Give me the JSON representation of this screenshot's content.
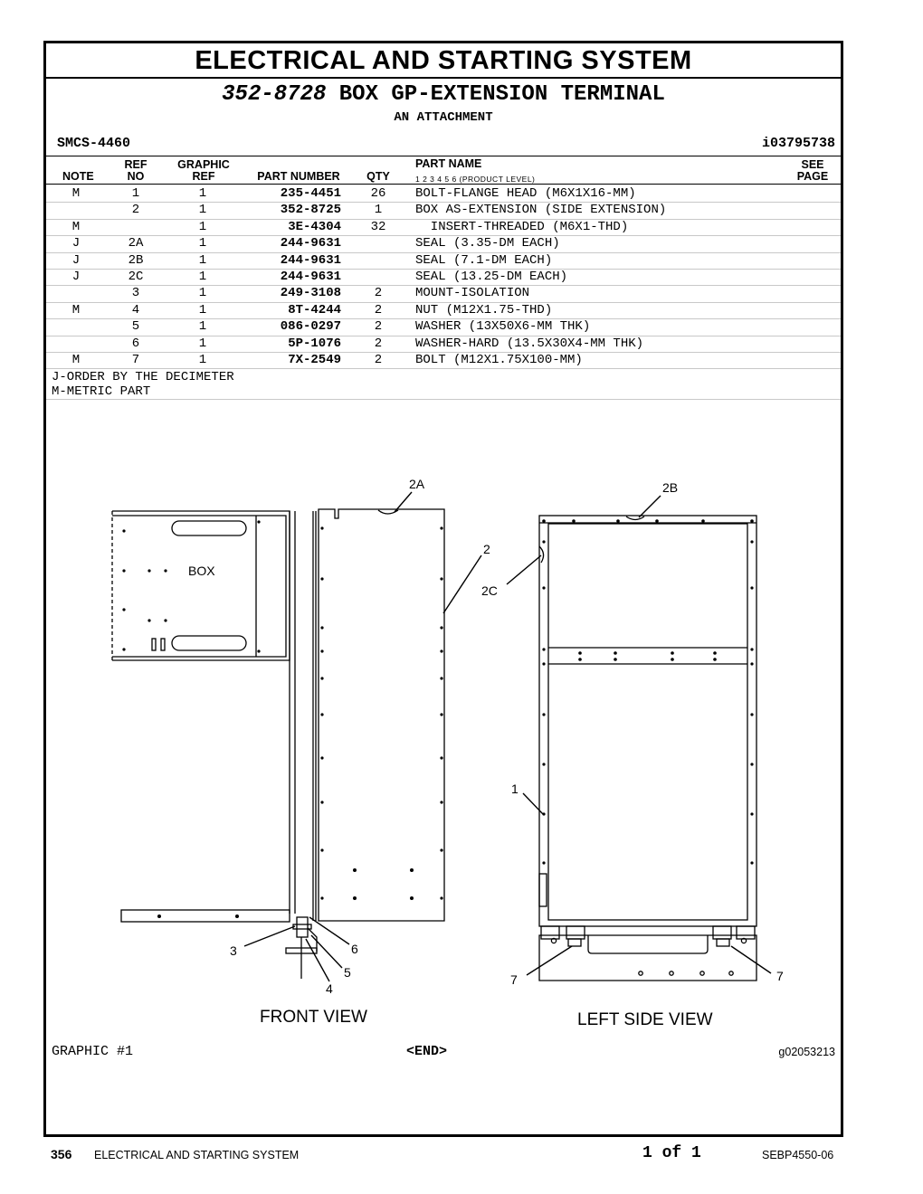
{
  "header": {
    "title": "ELECTRICAL AND STARTING SYSTEM",
    "part_number": "352-8728",
    "part_title": "BOX GP-EXTENSION TERMINAL",
    "attachment": "AN ATTACHMENT",
    "smcs": "SMCS-4460",
    "illustration_id": "i03795738"
  },
  "table": {
    "headers": {
      "note": "NOTE",
      "ref_top": "REF",
      "ref_bot": "NO",
      "graphic_top": "GRAPHIC",
      "graphic_bot": "REF",
      "part_number": "PART NUMBER",
      "qty": "QTY",
      "part_name": "PART NAME",
      "product_level": "1    2    3    4    5    6    (PRODUCT LEVEL)",
      "see_top": "SEE",
      "see_bot": "PAGE"
    },
    "rows": [
      {
        "note": "M",
        "ref": "1",
        "graphic": "1",
        "pn": "235-4451",
        "qty": "26",
        "name": "BOLT-FLANGE HEAD (M6X1X16-MM)"
      },
      {
        "note": "",
        "ref": "2",
        "graphic": "1",
        "pn": "352-8725",
        "qty": "1",
        "name": "BOX AS-EXTENSION (SIDE EXTENSION)"
      },
      {
        "note": "M",
        "ref": "",
        "graphic": "1",
        "pn": "3E-4304",
        "qty": "32",
        "name": "  INSERT-THREADED (M6X1-THD)"
      },
      {
        "note": "J",
        "ref": "2A",
        "graphic": "1",
        "pn": "244-9631",
        "qty": "",
        "name": "SEAL (3.35-DM EACH)"
      },
      {
        "note": "J",
        "ref": "2B",
        "graphic": "1",
        "pn": "244-9631",
        "qty": "",
        "name": "SEAL (7.1-DM EACH)"
      },
      {
        "note": "J",
        "ref": "2C",
        "graphic": "1",
        "pn": "244-9631",
        "qty": "",
        "name": "SEAL (13.25-DM EACH)"
      },
      {
        "note": "",
        "ref": "3",
        "graphic": "1",
        "pn": "249-3108",
        "qty": "2",
        "name": "MOUNT-ISOLATION"
      },
      {
        "note": "M",
        "ref": "4",
        "graphic": "1",
        "pn": "8T-4244",
        "qty": "2",
        "name": "NUT (M12X1.75-THD)"
      },
      {
        "note": "",
        "ref": "5",
        "graphic": "1",
        "pn": "086-0297",
        "qty": "2",
        "name": "WASHER (13X50X6-MM THK)"
      },
      {
        "note": "",
        "ref": "6",
        "graphic": "1",
        "pn": "5P-1076",
        "qty": "2",
        "name": "WASHER-HARD (13.5X30X4-MM THK)"
      },
      {
        "note": "M",
        "ref": "7",
        "graphic": "1",
        "pn": "7X-2549",
        "qty": "2",
        "name": "BOLT (M12X1.75X100-MM)"
      }
    ],
    "notes": [
      "J-ORDER BY THE DECIMETER",
      "M-METRIC PART"
    ]
  },
  "drawing": {
    "labels": {
      "box": "BOX",
      "l2a": "2A",
      "l2b": "2B",
      "l2": "2",
      "l2c": "2C",
      "l1": "1",
      "l3": "3",
      "l4": "4",
      "l5": "5",
      "l6": "6",
      "l7a": "7",
      "l7b": "7"
    },
    "front_view": "FRONT VIEW",
    "left_side_view": "LEFT SIDE VIEW",
    "graphic_label": "GRAPHIC #1",
    "end_label": "<END>",
    "graphic_id": "g02053213"
  },
  "footer": {
    "page": "356",
    "section": "ELECTRICAL AND STARTING SYSTEM",
    "page_of": "1 of 1",
    "doc": "SEBP4550-06"
  }
}
